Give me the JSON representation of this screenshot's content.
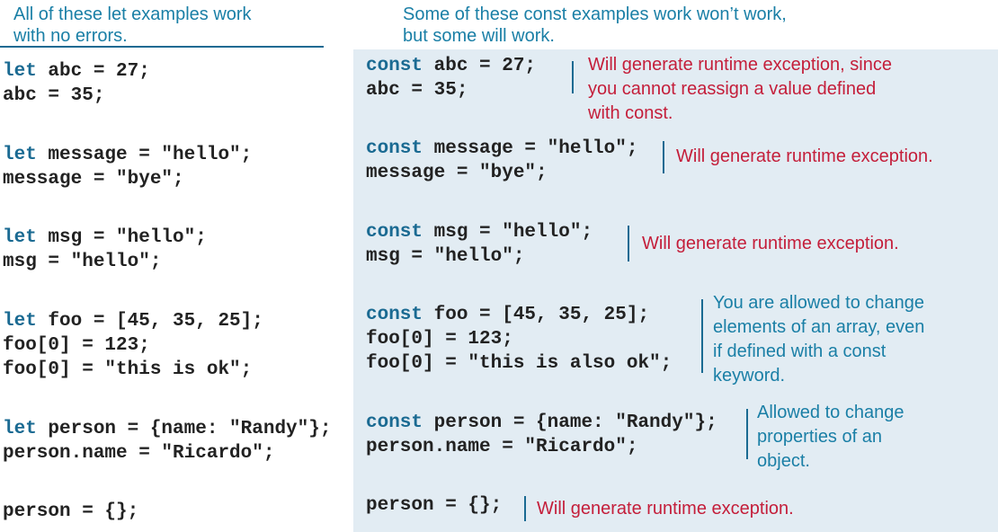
{
  "headers": {
    "left": "All of these let examples work\nwith no errors.",
    "right": "Some of these const examples work won’t work,\nbut some will work."
  },
  "keywords": {
    "let": "let",
    "const": "const"
  },
  "let_examples": [
    {
      "first_rest": " abc = 27;",
      "more": "abc = 35;"
    },
    {
      "first_rest": " message = \"hello\";",
      "more": "message = \"bye\";"
    },
    {
      "first_rest": " msg = \"hello\";",
      "more": "msg = \"hello\";"
    },
    {
      "first_rest": " foo = [45, 35, 25];",
      "more": "foo[0] = 123;\nfoo[0] = \"this is ok\";"
    },
    {
      "first_rest": " person = {name: \"Randy\"};",
      "more": "person.name = \"Ricardo\";"
    },
    {
      "code": "person = {};"
    }
  ],
  "const_examples": [
    {
      "first_rest": " abc = 27;",
      "more": "abc = 35;",
      "note": "Will generate runtime exception, since\nyou cannot reassign a value defined\nwith const."
    },
    {
      "first_rest": " message = \"hello\";",
      "more": "message = \"bye\";",
      "note": "Will generate runtime exception."
    },
    {
      "first_rest": " msg = \"hello\";",
      "more": "msg = \"hello\";",
      "note": "Will generate runtime exception."
    },
    {
      "first_rest": " foo = [45, 35, 25];",
      "more": "foo[0] = 123;\nfoo[0] = \"this is also ok\";",
      "note": "You are allowed to change\nelements of an array, even\nif defined with a const\nkeyword."
    },
    {
      "first_rest": " person = {name: \"Randy\"};",
      "more": "person.name = \"Ricardo\";",
      "note": "Allowed to change\nproperties of an\nobject."
    },
    {
      "code": "person = {};",
      "note": "Will generate runtime exception."
    }
  ],
  "colors": {
    "keyword": "#1a6a92",
    "error_note": "#c41e3a",
    "ok_note": "#1a7fa6",
    "panel": "#e2ecf3"
  }
}
